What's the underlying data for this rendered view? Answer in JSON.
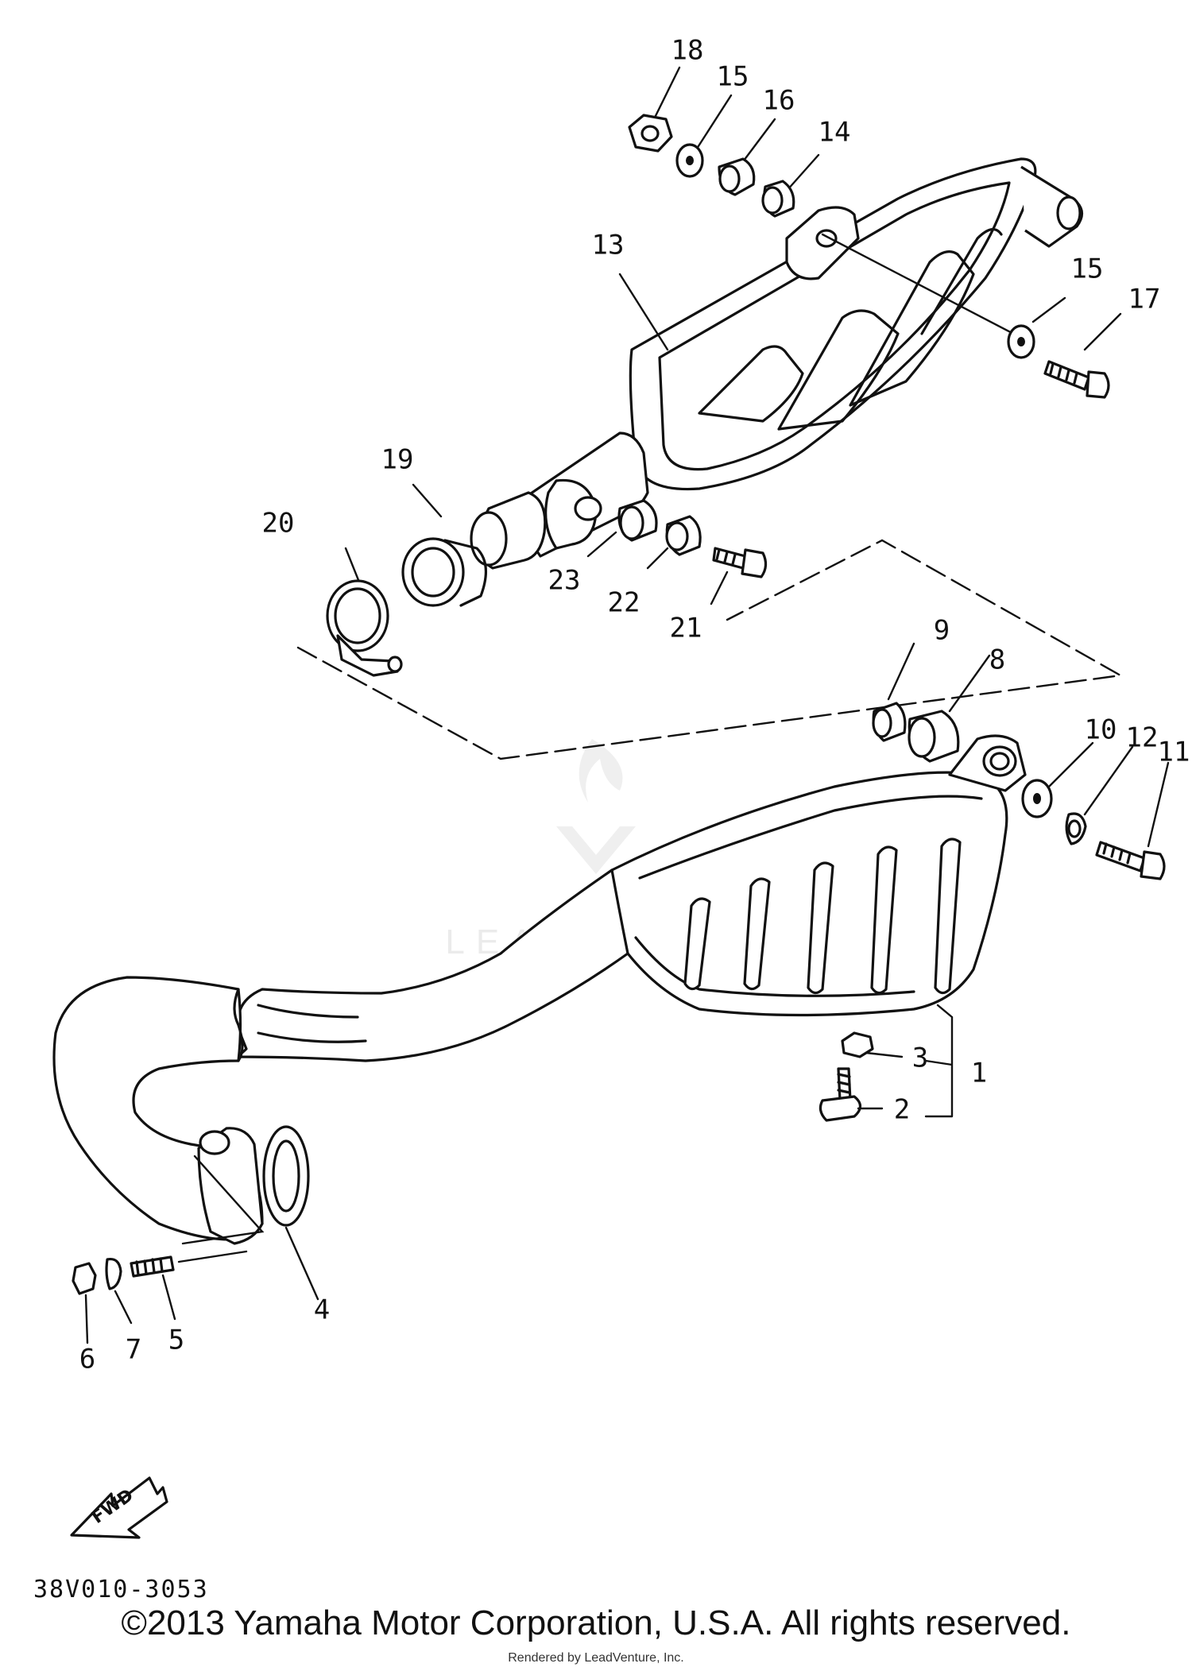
{
  "callouts": [
    {
      "id": "c1",
      "text": "1"
    },
    {
      "id": "c2",
      "text": "2"
    },
    {
      "id": "c3",
      "text": "3"
    },
    {
      "id": "c4",
      "text": "4"
    },
    {
      "id": "c5",
      "text": "5"
    },
    {
      "id": "c6",
      "text": "6"
    },
    {
      "id": "c7",
      "text": "7"
    },
    {
      "id": "c8",
      "text": "8"
    },
    {
      "id": "c9",
      "text": "9"
    },
    {
      "id": "c10",
      "text": "10"
    },
    {
      "id": "c11",
      "text": "11"
    },
    {
      "id": "c12",
      "text": "12"
    },
    {
      "id": "c13",
      "text": "13"
    },
    {
      "id": "c14",
      "text": "14"
    },
    {
      "id": "c15a",
      "text": "15"
    },
    {
      "id": "c15b",
      "text": "15"
    },
    {
      "id": "c16",
      "text": "16"
    },
    {
      "id": "c17",
      "text": "17"
    },
    {
      "id": "c18",
      "text": "18"
    },
    {
      "id": "c19",
      "text": "19"
    },
    {
      "id": "c20",
      "text": "20"
    },
    {
      "id": "c21",
      "text": "21"
    },
    {
      "id": "c22",
      "text": "22"
    },
    {
      "id": "c23",
      "text": "23"
    }
  ],
  "fwd_label": "FWD",
  "diagram_code": "38V010-3053",
  "watermark": "LEADVENTURE",
  "copyright": "©2013 Yamaha Motor Corporation, U.S.A. All rights reserved.",
  "credit": "Rendered by LeadVenture, Inc."
}
